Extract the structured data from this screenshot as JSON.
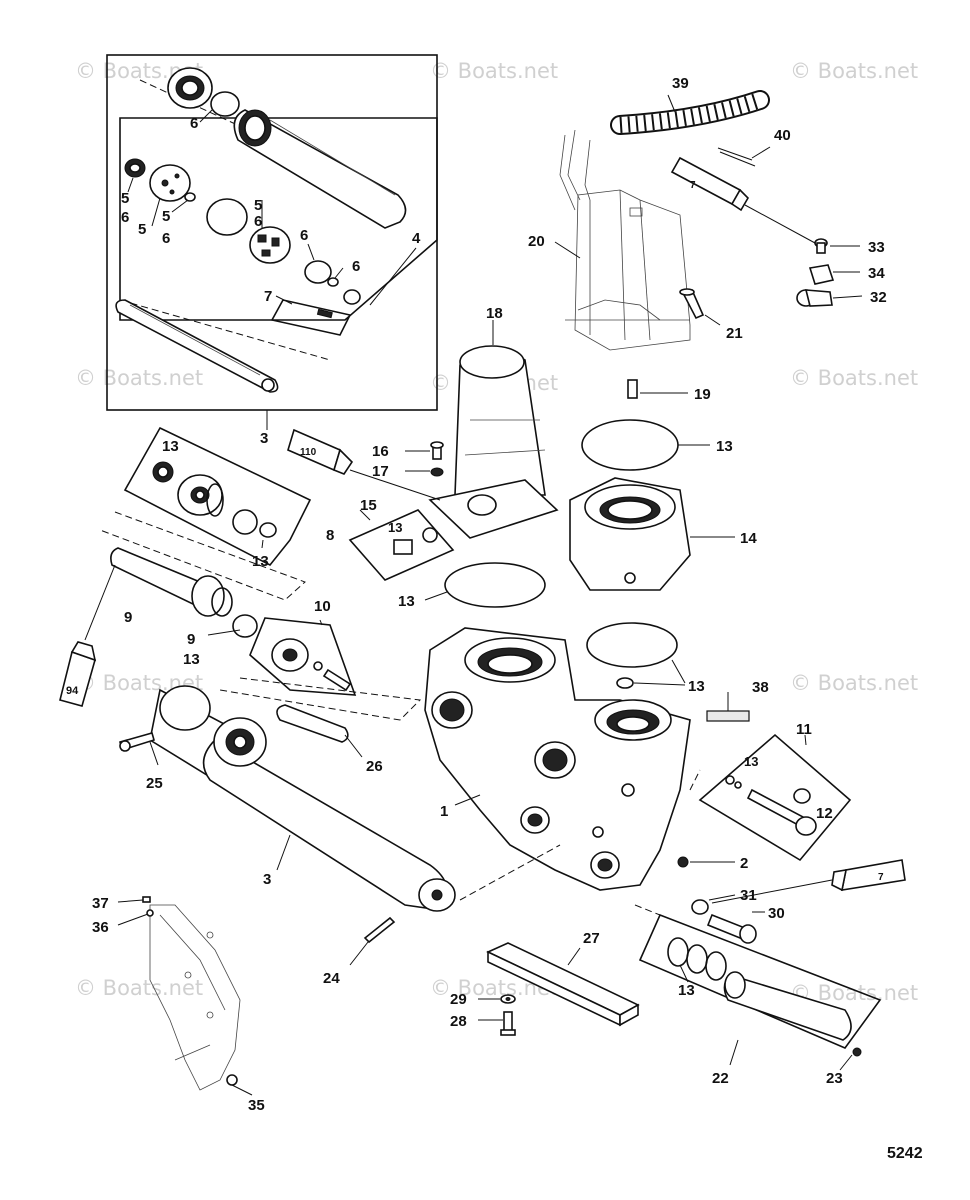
{
  "diagram_number": "5242",
  "watermark": "© Boats.net",
  "tube_labels": {
    "tube_110": "110",
    "tube_94": "94",
    "tube_7_top": "7",
    "tube_7_right": "7"
  },
  "part_numbers": {
    "n1": "1",
    "n2": "2",
    "n3_upper": "3",
    "n3_lower": "3",
    "n4": "4",
    "n5_a": "5",
    "n5_b": "5",
    "n5_c": "5",
    "n5_d": "5",
    "n6_a": "6",
    "n6_b": "6",
    "n6_c": "6",
    "n6_d": "6",
    "n6_e": "6",
    "n6_f": "6",
    "n7": "7",
    "n8": "8",
    "n9_a": "9",
    "n9_b": "9",
    "n10": "10",
    "n11": "11",
    "n12": "12",
    "n13_a": "13",
    "n13_b": "13",
    "n13_c": "13",
    "n13_d": "13",
    "n13_e": "13",
    "n13_f": "13",
    "n13_g": "13",
    "n13_h": "13",
    "n13_i": "13",
    "n14": "14",
    "n15": "15",
    "n16": "16",
    "n17": "17",
    "n18": "18",
    "n19": "19",
    "n20": "20",
    "n21": "21",
    "n22": "22",
    "n23": "23",
    "n24": "24",
    "n25": "25",
    "n26": "26",
    "n27": "27",
    "n28": "28",
    "n29": "29",
    "n30": "30",
    "n31": "31",
    "n32": "32",
    "n33": "33",
    "n34": "34",
    "n35": "35",
    "n36": "36",
    "n37": "37",
    "n38": "38",
    "n39": "39",
    "n40": "40"
  }
}
